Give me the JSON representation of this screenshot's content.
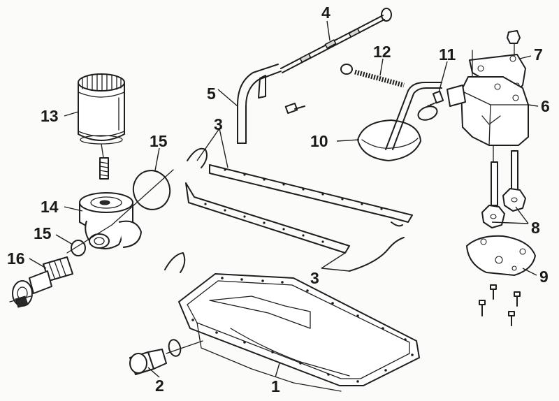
{
  "callouts": [
    {
      "id": "1",
      "text": "1"
    },
    {
      "id": "2",
      "text": "2"
    },
    {
      "id": "3a",
      "text": "3"
    },
    {
      "id": "3b",
      "text": "3"
    },
    {
      "id": "4",
      "text": "4"
    },
    {
      "id": "5",
      "text": "5"
    },
    {
      "id": "6",
      "text": "6"
    },
    {
      "id": "7",
      "text": "7"
    },
    {
      "id": "8",
      "text": "8"
    },
    {
      "id": "9",
      "text": "9"
    },
    {
      "id": "10",
      "text": "10"
    },
    {
      "id": "11",
      "text": "11"
    },
    {
      "id": "12",
      "text": "12"
    },
    {
      "id": "13",
      "text": "13"
    },
    {
      "id": "14",
      "text": "14"
    },
    {
      "id": "15a",
      "text": "15"
    },
    {
      "id": "15b",
      "text": "15"
    },
    {
      "id": "16",
      "text": "16"
    }
  ]
}
